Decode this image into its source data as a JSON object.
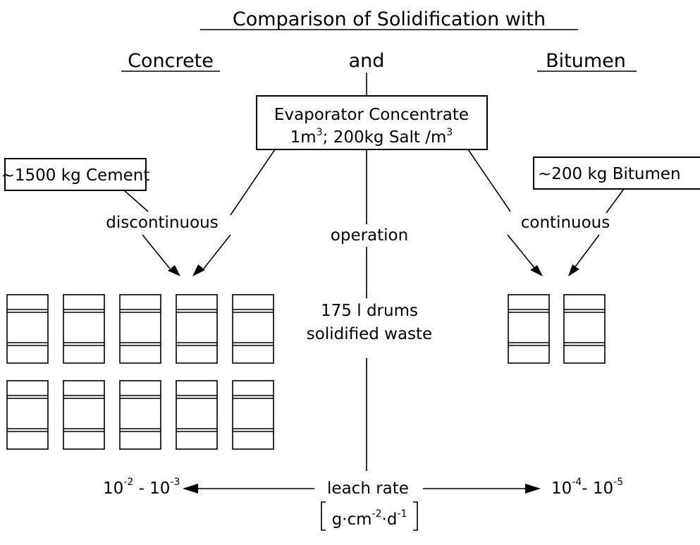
{
  "title": "Comparison of Solidification with",
  "concrete_label": "Concrete",
  "and_label": "and",
  "bitumen_label": "Bitumen",
  "evaporator_box": {
    "line1": "Evaporator Concentrate",
    "line2_a": "1m",
    "line2_a_sup": "3",
    "line2_b": "; 200kg Salt /m",
    "line2_b_sup": "3"
  },
  "cement_box": "~1500 kg Cement",
  "bitumen_box": "~200 kg Bitumen",
  "mode_left": "discontinuous",
  "mode_center": "operation",
  "mode_right": "continuous",
  "drums_line1": "175 l drums",
  "drums_line2": "solidified waste",
  "concrete_drum_count": 10,
  "bitumen_drum_count": 2,
  "leach_left": {
    "base1": "10",
    "exp1": "-2",
    "sep": " - ",
    "base2": "10",
    "exp2": "-3"
  },
  "leach_right": {
    "base1": "10",
    "exp1": "-4",
    "sep": "- ",
    "base2": "10",
    "exp2": "-5"
  },
  "leach_label": "leach rate",
  "leach_unit": {
    "g": "g·cm",
    "e1": "-2",
    "d": "·d",
    "e2": "-1"
  }
}
